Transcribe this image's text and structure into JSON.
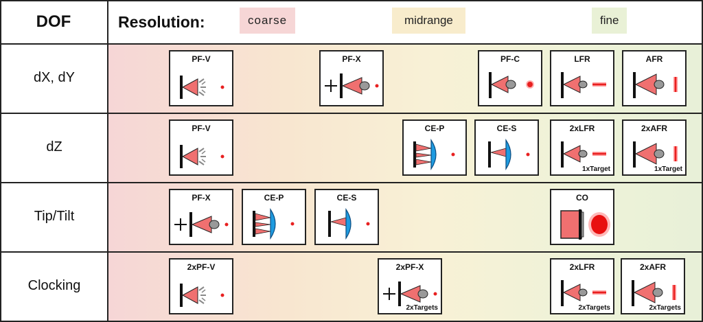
{
  "header": {
    "dof": "DOF",
    "resolution": "Resolution:",
    "coarse": "coarse",
    "midrange": "midrange",
    "fine": "fine"
  },
  "colors": {
    "coarse_bg": "#f6d6d6",
    "midrange_bg": "#f8eccc",
    "fine_bg": "#e9f1d6",
    "beam_red": "#f07070",
    "lens_blue": "#1e9be0"
  },
  "rows": [
    {
      "label": "dX, dY",
      "cards": [
        {
          "title": "PF-V",
          "icon": "pf-v",
          "sub": ""
        },
        {
          "title": "PF-X",
          "icon": "pf-x",
          "sub": ""
        },
        {
          "title": "PF-C",
          "icon": "pf-c",
          "sub": ""
        },
        {
          "title": "LFR",
          "icon": "lfr",
          "sub": ""
        },
        {
          "title": "AFR",
          "icon": "afr",
          "sub": ""
        }
      ]
    },
    {
      "label": "dZ",
      "cards": [
        {
          "title": "PF-V",
          "icon": "pf-v",
          "sub": ""
        },
        {
          "title": "CE-P",
          "icon": "ce-p",
          "sub": ""
        },
        {
          "title": "CE-S",
          "icon": "ce-s",
          "sub": ""
        },
        {
          "title": "2xLFR",
          "icon": "lfr",
          "sub": "1xTarget"
        },
        {
          "title": "2xAFR",
          "icon": "afr",
          "sub": "1xTarget"
        }
      ]
    },
    {
      "label": "Tip/Tilt",
      "cards": [
        {
          "title": "PF-X",
          "icon": "pf-x",
          "sub": ""
        },
        {
          "title": "CE-P",
          "icon": "ce-p",
          "sub": ""
        },
        {
          "title": "CE-S",
          "icon": "ce-s",
          "sub": ""
        },
        {
          "title": "CO",
          "icon": "co",
          "sub": ""
        }
      ]
    },
    {
      "label": "Clocking",
      "cards": [
        {
          "title": "2xPF-V",
          "icon": "pf-v",
          "sub": ""
        },
        {
          "title": "2xPF-X",
          "icon": "pf-x",
          "sub": "2xTargets"
        },
        {
          "title": "2xLFR",
          "icon": "lfr",
          "sub": "2xTargets"
        },
        {
          "title": "2xAFR",
          "icon": "afr",
          "sub": "2xTargets"
        }
      ]
    }
  ]
}
